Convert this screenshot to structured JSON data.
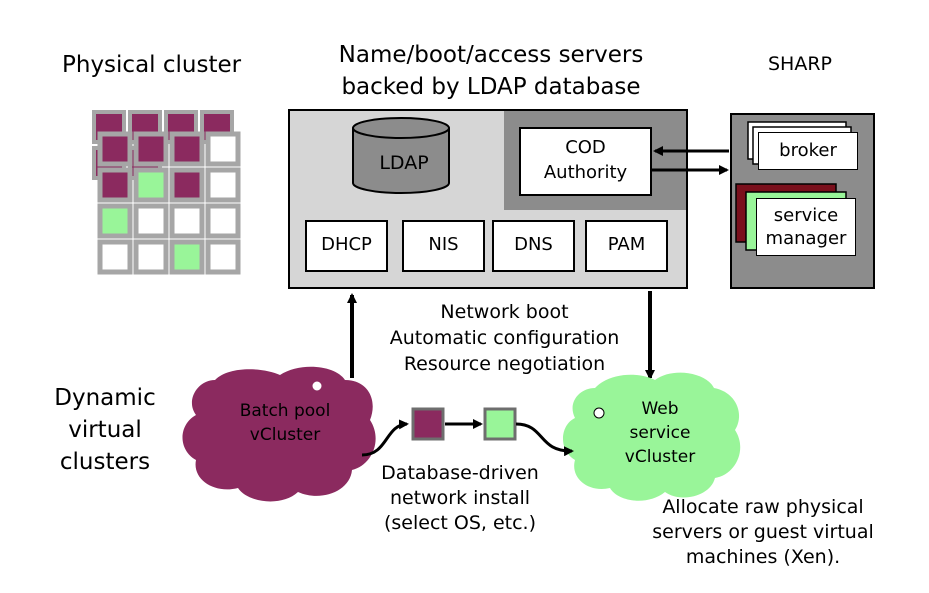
{
  "titles": {
    "physical_cluster": "Physical cluster",
    "servers_line1": "Name/boot/access servers",
    "servers_line2": "backed by LDAP database",
    "sharp": "SHARP",
    "dynamic_line1": "Dynamic",
    "dynamic_line2": "virtual",
    "dynamic_line3": "clusters"
  },
  "servers": {
    "ldap": "LDAP",
    "cod_line1": "COD",
    "cod_line2": "Authority",
    "services": [
      "DHCP",
      "NIS",
      "DNS",
      "PAM"
    ]
  },
  "sharp": {
    "broker": "broker",
    "service_manager_line1": "service",
    "service_manager_line2": "manager"
  },
  "boot": {
    "line1": "Network boot",
    "line2": "Automatic configuration",
    "line3": "Resource negotiation"
  },
  "clusters": {
    "batch_line1": "Batch pool",
    "batch_line2": "vCluster",
    "web_line1": "Web",
    "web_line2": "service",
    "web_line3": "vCluster"
  },
  "install": {
    "line1": "Database-driven",
    "line2": "network install",
    "line3": "(select OS, etc.)"
  },
  "allocate": {
    "line1": "Allocate raw physical",
    "line2": "servers or guest virtual",
    "line3": "machines (Xen)."
  },
  "colors": {
    "maroon": "#8b2a5f",
    "dark_red": "#7a0f1c",
    "green": "#99f599",
    "panel_light": "#d6d6d6",
    "panel_dark": "#8c8c8c",
    "grid_gray": "#a6a6a6"
  }
}
